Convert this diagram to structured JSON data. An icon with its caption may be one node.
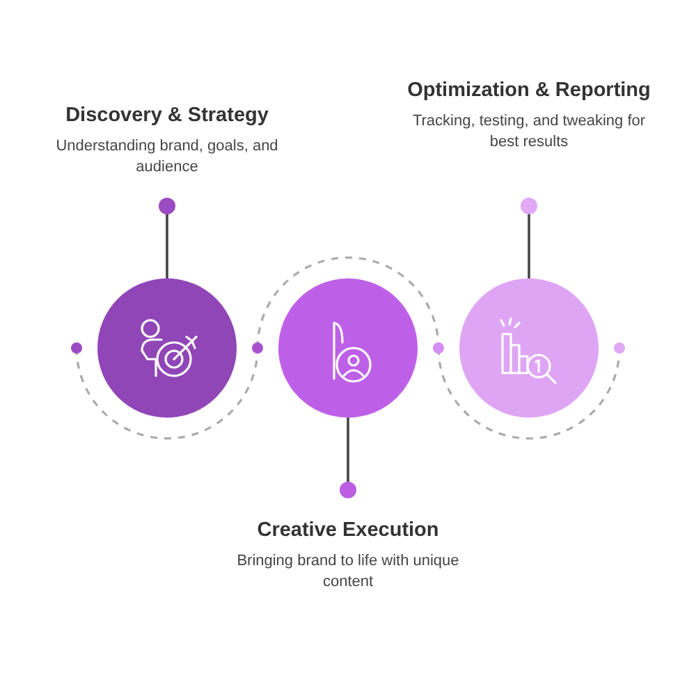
{
  "diagram": {
    "nodes": [
      {
        "text": [
          "Discovery & Strategy",
          "Understanding brand, goals, and audience"
        ]
      },
      {
        "text": [
          "Optimization & Reporting",
          "Tracking, testing, and tweaking for best results"
        ]
      },
      {
        "text": [],
        "shape": "circle"
      },
      {
        "text": [],
        "shape": "circle"
      },
      {
        "text": [],
        "shape": "circle"
      },
      {
        "text": [
          "Creative Execution",
          "Bringing brand to life with unique content"
        ]
      }
    ],
    "edges": [
      {
        "from": 2,
        "to": 0,
        "arrow": "other"
      },
      {
        "from": 4,
        "to": 1,
        "arrow": "other"
      },
      {
        "from": 3,
        "to": 5,
        "arrow": "other"
      }
    ]
  }
}
